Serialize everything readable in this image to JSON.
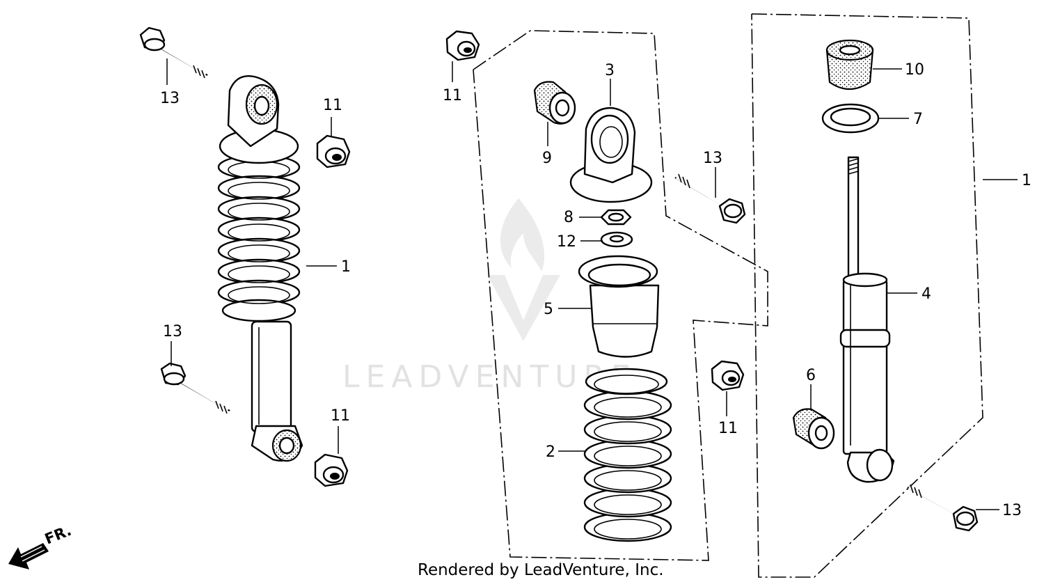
{
  "callouts": {
    "c13a": "13",
    "c11a": "11",
    "c1a": "1",
    "c13b": "13",
    "c11b": "11",
    "c11c": "11",
    "c3": "3",
    "c9": "9",
    "c13c": "13",
    "c8": "8",
    "c12": "12",
    "c5": "5",
    "c2": "2",
    "c11d": "11",
    "c10": "10",
    "c7": "7",
    "c1b": "1",
    "c4": "4",
    "c6": "6",
    "c13d": "13"
  },
  "direction_label": "FR.",
  "watermark": {
    "text": "LEADVENTURE"
  },
  "footer": "Rendered by LeadVenture, Inc.",
  "icons": [
    "front-direction-arrow-icon",
    "leadventure-logo-watermark"
  ]
}
